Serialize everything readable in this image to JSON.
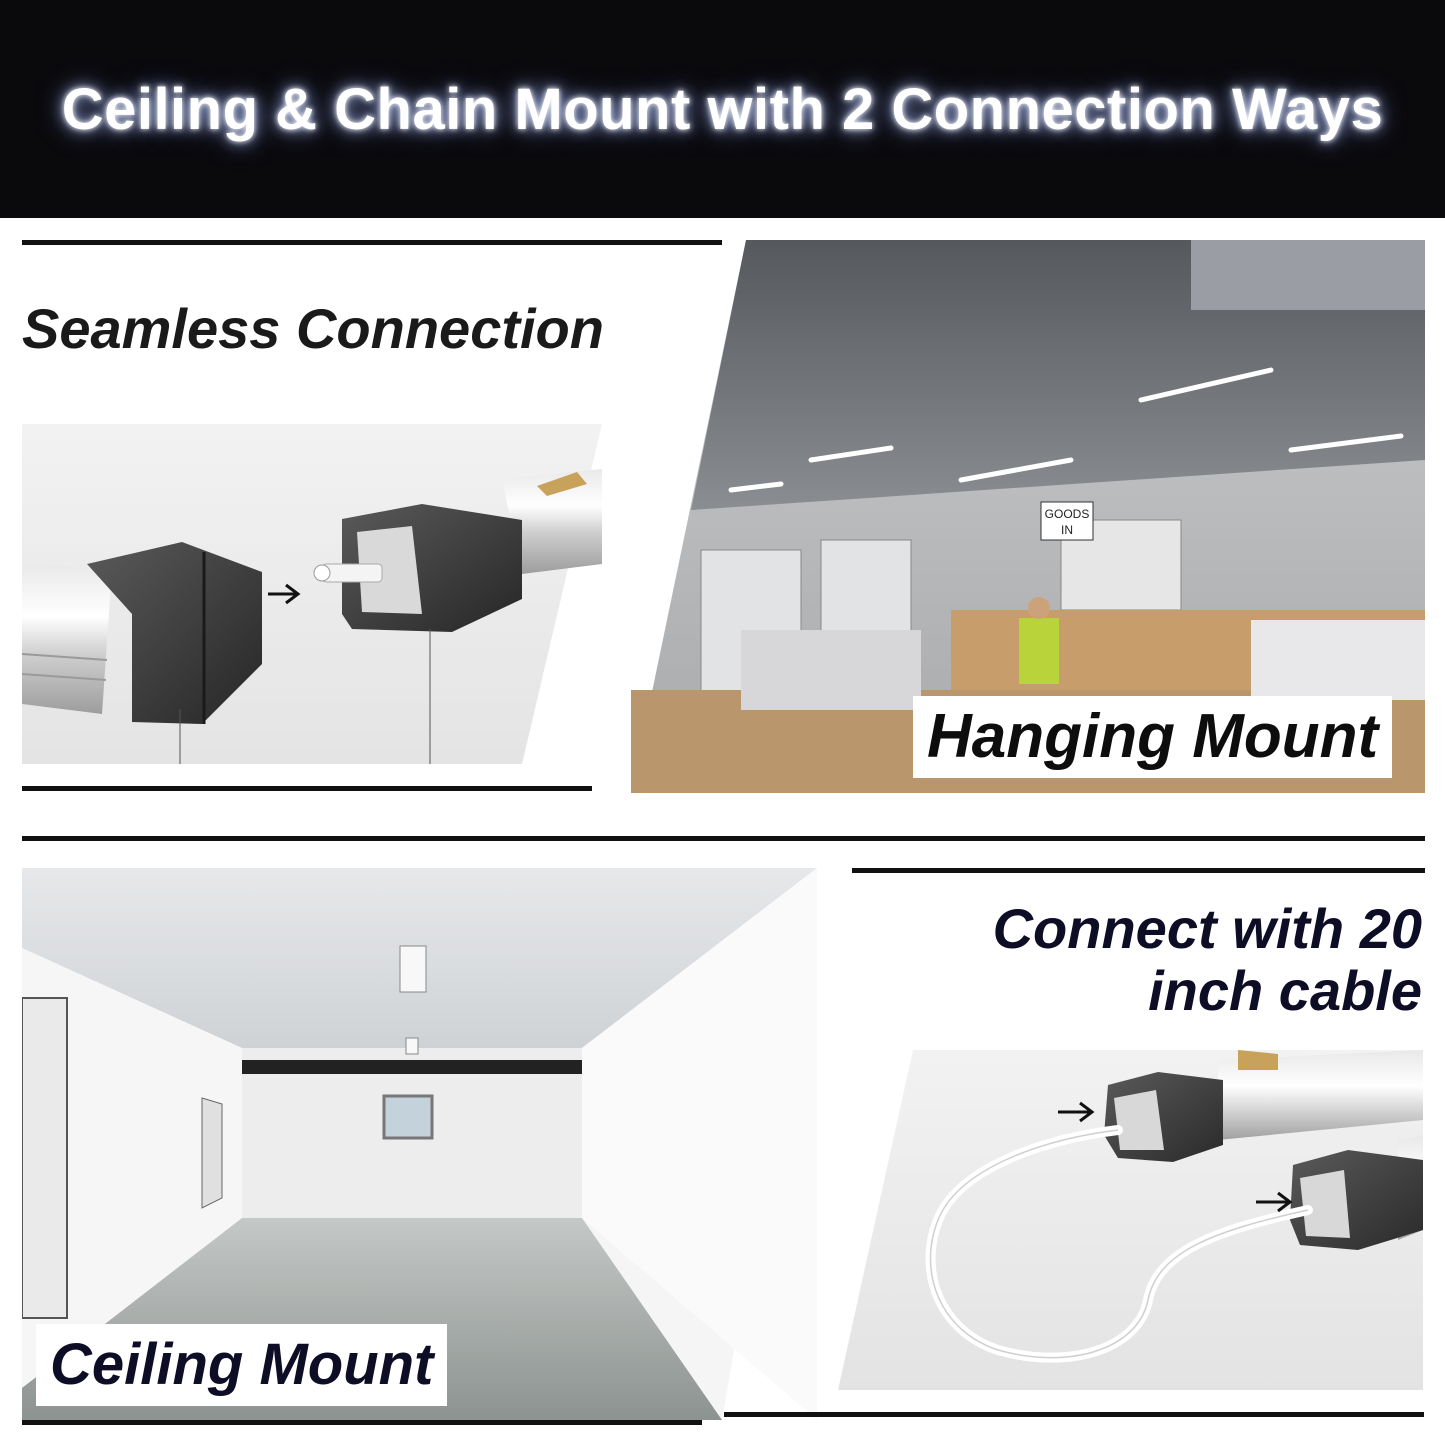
{
  "banner": {
    "title": "Ceiling & Chain Mount with 2 Connection Ways"
  },
  "seamless": {
    "heading": "Seamless Connection"
  },
  "hanging": {
    "label": "Hanging Mount",
    "sign_goods": "GOODS\nIN"
  },
  "ceiling": {
    "label": "Ceiling Mount"
  },
  "cable": {
    "heading_line1": "Connect with 20",
    "heading_line2": "inch cable"
  },
  "colors": {
    "banner_bg": "#0a0a0d",
    "heading_dark": "#1a1a1a",
    "navy_text": "#0d0d26"
  },
  "icons": [
    "arrow-right-icon"
  ]
}
